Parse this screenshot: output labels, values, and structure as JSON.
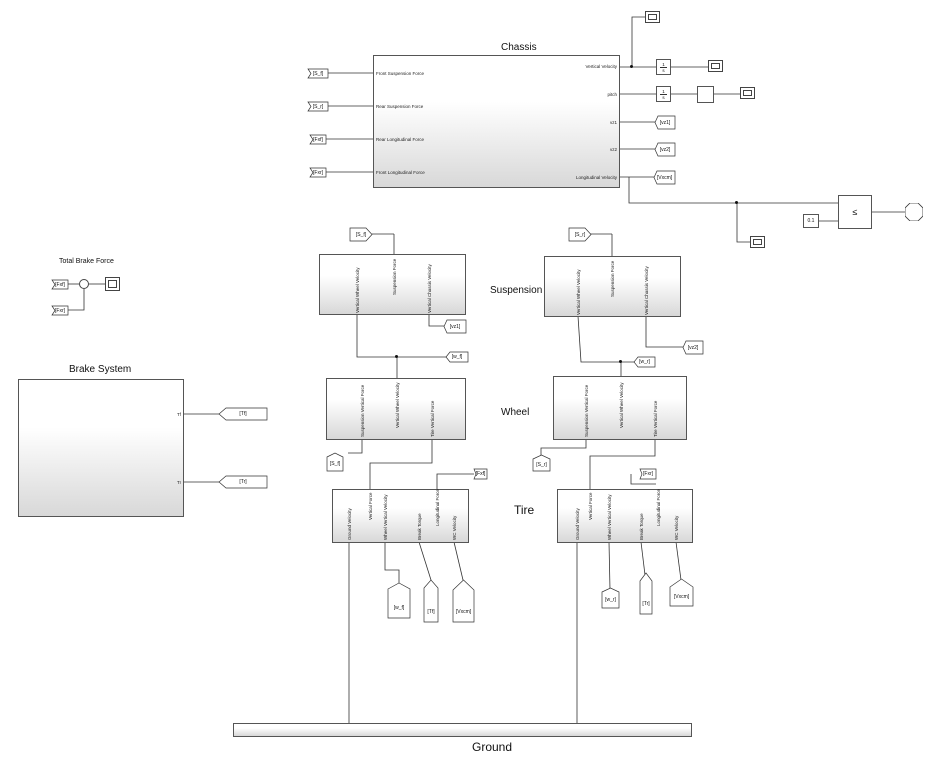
{
  "labels": {
    "chassis": "Chassis",
    "suspension": "Suspension",
    "wheel": "Wheel",
    "tire": "Tire",
    "ground": "Ground",
    "brake_system": "Brake System",
    "total_brake_force": "Total Brake Force"
  },
  "chassis_ports": {
    "in": [
      "Front Suspension Force",
      "Rear Suspension Force",
      "Rear Longitudinal Force",
      "Front Longitudinal Force"
    ],
    "out": [
      "Vertical Velocity",
      "pitch",
      "vz1",
      "vz2",
      "Longitudinal Velocity"
    ]
  },
  "chassis_input_tags": [
    "[S_f]",
    "[S_r]",
    "[Fxf]",
    "[Fxr]"
  ],
  "chassis_output_tags": [
    "[vz1]",
    "[vz2]",
    "[Vxcm]"
  ],
  "integrator": {
    "num": "1",
    "den": "s"
  },
  "constant_value": "0.1",
  "relop_symbol": "≤",
  "suspension_ports": [
    "Vertical Wheel Velocity",
    "Suspension Force",
    "Vertical Chassis Velocity"
  ],
  "suspension_front_tags": {
    "in": "[S_f]",
    "vz": "[vz1]",
    "w": "[w_f]"
  },
  "suspension_rear_tags": {
    "in": "[S_r]",
    "vz": "[vz2]",
    "w": "[w_r]"
  },
  "wheel_ports": [
    "Suspension Vertical Force",
    "Vertical Wheel Velocity",
    "Tire Vertical Force"
  ],
  "wheel_front_tag": "[S_f]",
  "wheel_rear_tag": "[S_r]",
  "tire_ports": [
    "Ground Velocity",
    "Vertical Force",
    "Wheel Vertical Velocity",
    "Break Torque",
    "Longitudinal Force",
    "WC Velocity"
  ],
  "tire_front_tags": {
    "fx": "[Fxf]",
    "w": "[w_f]",
    "t": "[Tf]",
    "v": "[Vxcm]"
  },
  "tire_rear_tags": {
    "fx": "[Fxr]",
    "w": "[w_r]",
    "t": "[Tr]",
    "v": "[Vxcm]"
  },
  "brake_ports": [
    "Tf",
    "Tr"
  ],
  "brake_tags": [
    "[Tf]",
    "[Tr]"
  ],
  "total_brake_tags": [
    "[Fxf]",
    "[Fxr]"
  ]
}
